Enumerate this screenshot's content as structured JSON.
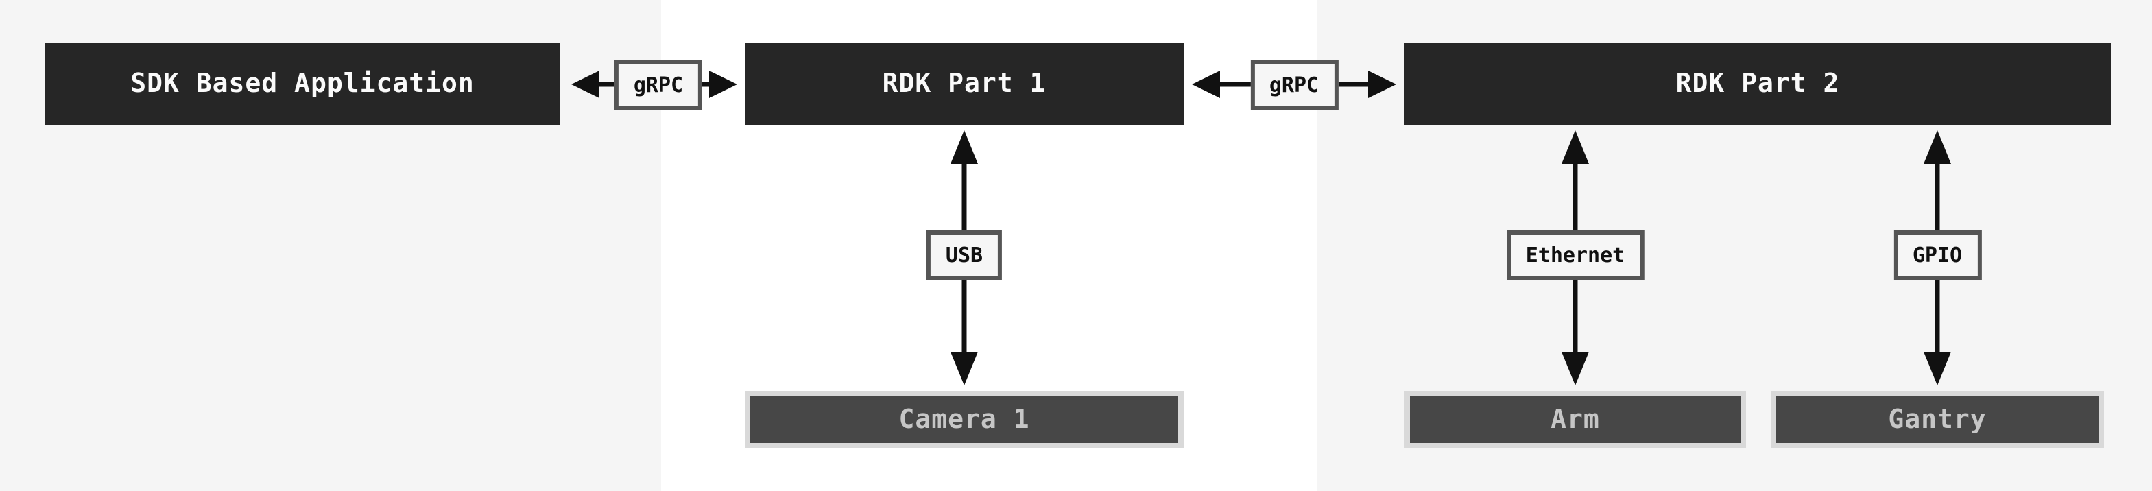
{
  "diagram": {
    "kind": "architecture-diagram",
    "nodes": {
      "sdk_app": {
        "label": "SDK Based Application",
        "style": "primary"
      },
      "rdk_part_1": {
        "label": "RDK Part 1",
        "style": "primary"
      },
      "rdk_part_2": {
        "label": "RDK Part 2",
        "style": "primary"
      },
      "camera_1": {
        "label": "Camera 1",
        "style": "component"
      },
      "arm": {
        "label": "Arm",
        "style": "component"
      },
      "gantry": {
        "label": "Gantry",
        "style": "component"
      }
    },
    "connectors": {
      "grpc_1": {
        "label": "gRPC",
        "from": "sdk_app",
        "to": "rdk_part_1",
        "bidirectional": true
      },
      "grpc_2": {
        "label": "gRPC",
        "from": "rdk_part_1",
        "to": "rdk_part_2",
        "bidirectional": true
      },
      "usb": {
        "label": "USB",
        "from": "rdk_part_1",
        "to": "camera_1",
        "bidirectional": true
      },
      "ethernet": {
        "label": "Ethernet",
        "from": "rdk_part_2",
        "to": "arm",
        "bidirectional": true
      },
      "gpio": {
        "label": "GPIO",
        "from": "rdk_part_2",
        "to": "gantry",
        "bidirectional": true
      }
    },
    "colors": {
      "primary_node_bg": "#262626",
      "primary_node_text": "#fafafa",
      "component_node_bg": "#474747",
      "component_node_border": "#d9d9d9",
      "component_node_text": "#c6c6c6",
      "connector_label_bg": "#f6f6f6",
      "connector_label_border": "#555555",
      "connector_label_text": "#111111",
      "arrow": "#111111",
      "band_gray": "#f5f5f5",
      "band_white": "#ffffff"
    }
  }
}
